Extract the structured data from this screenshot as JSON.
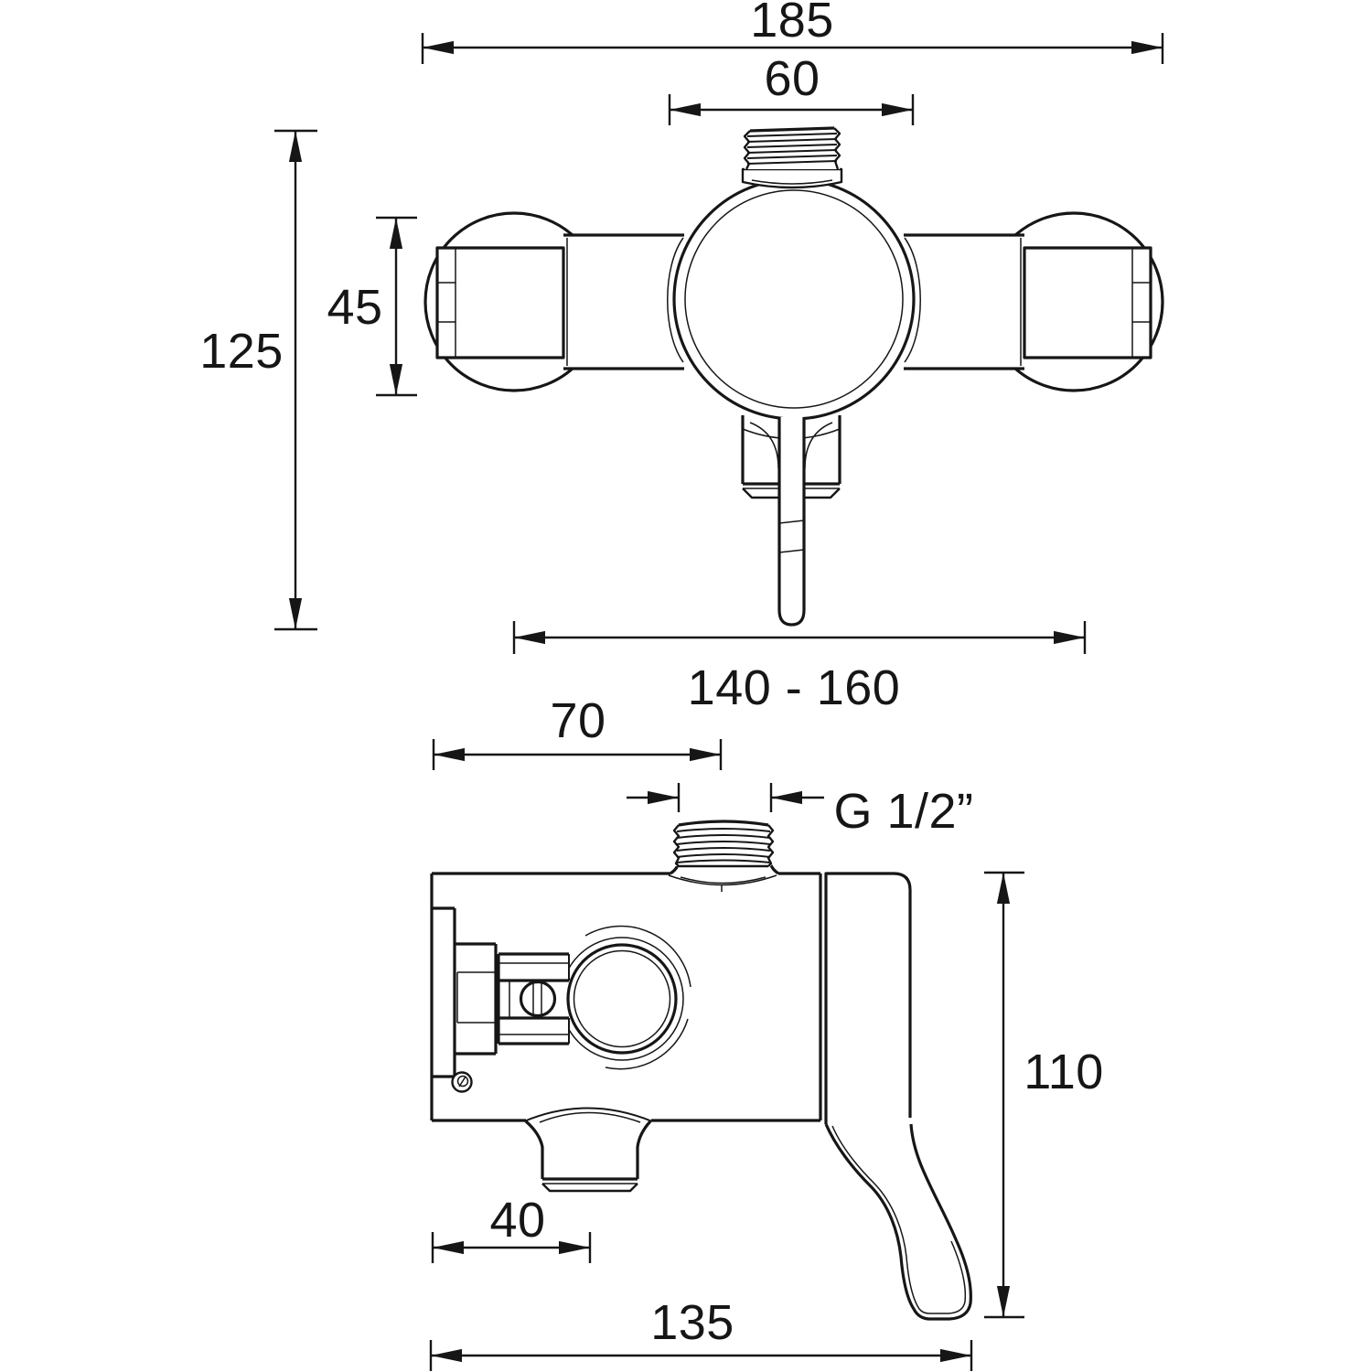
{
  "page": {
    "background_color": "#ffffff",
    "line_color": "#161616"
  },
  "front_view": {
    "dimensions": {
      "overall_width": "185",
      "top_inlet_width": "60",
      "overall_height": "125",
      "handle_diameter": "45",
      "wall_to_lever_range": "140 - 160"
    }
  },
  "side_view": {
    "dimensions": {
      "wall_to_outlet_centre": "70",
      "outlet_thread": "G 1/2”",
      "height_to_lever_tip": "110",
      "spout_projection": "40",
      "overall_projection": "135"
    }
  }
}
